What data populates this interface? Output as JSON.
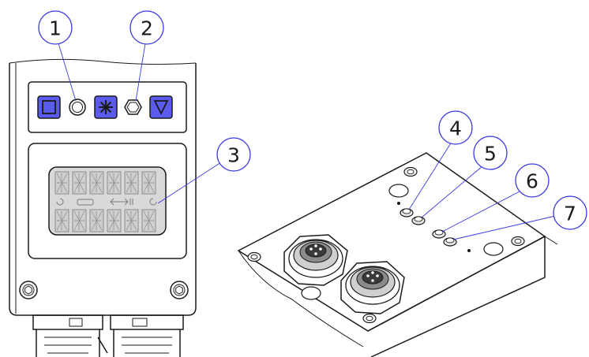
{
  "diagram": {
    "callouts": [
      {
        "id": "1",
        "label": "1"
      },
      {
        "id": "2",
        "label": "2"
      },
      {
        "id": "3",
        "label": "3"
      },
      {
        "id": "4",
        "label": "4"
      },
      {
        "id": "5",
        "label": "5"
      },
      {
        "id": "6",
        "label": "6"
      },
      {
        "id": "7",
        "label": "7"
      }
    ],
    "colors": {
      "outline": "#1a1a1a",
      "button_fill": "#5b5bf0",
      "leader_line": "#3a3ae0",
      "display_background": "#d9d9d9"
    },
    "icons": {
      "button_1": "square-stop-icon",
      "led_1": "ring-led-icon",
      "button_2": "asterisk-icon",
      "led_2": "hexagon-led-icon",
      "button_3": "triangle-down-icon",
      "screws": "screw-head-icon"
    }
  }
}
